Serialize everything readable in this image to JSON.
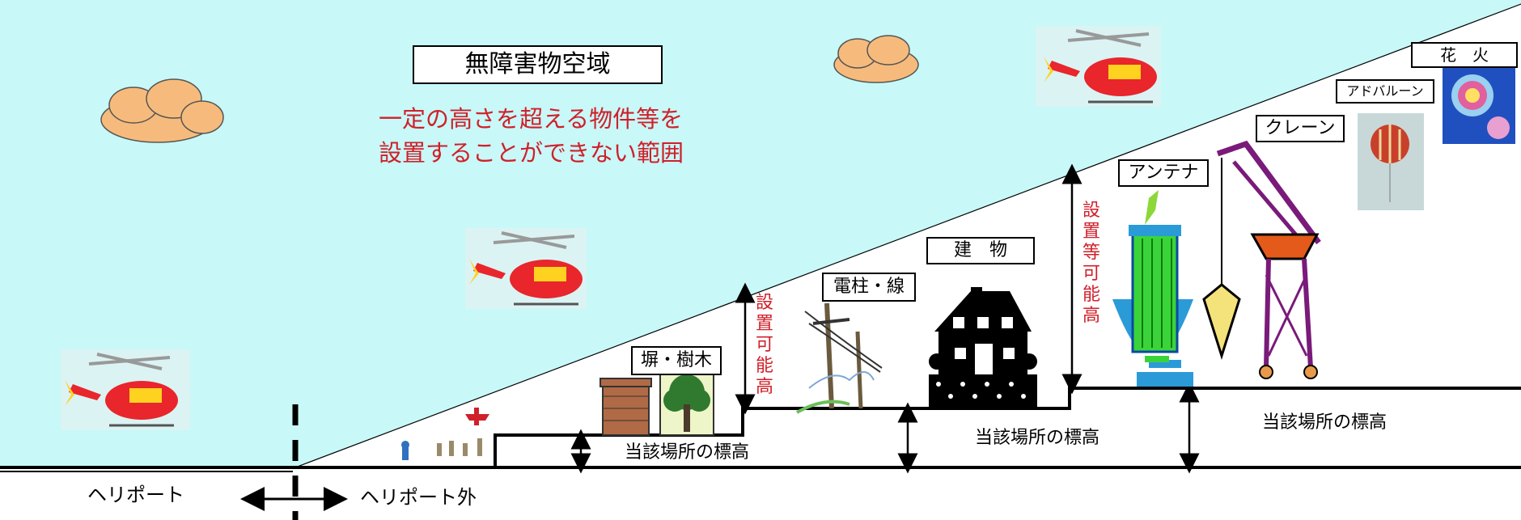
{
  "airspace": {
    "title": "無障害物空域",
    "description_line1": "一定の高さを超える物件等を",
    "description_line2": "設置することができない範囲"
  },
  "objects": {
    "fence_tree": "塀・樹木",
    "pole_wire": "電柱・線",
    "building": "建　物",
    "antenna": "アンテナ",
    "crane": "クレーン",
    "ad_balloon": "アドバルーン",
    "fireworks": "花　火"
  },
  "installable_heights": {
    "short": [
      "設",
      "置",
      "可",
      "能",
      "高"
    ],
    "long": [
      "設",
      "置",
      "等",
      "可",
      "能",
      "高"
    ]
  },
  "elevation_labels": [
    "当該場所の標高",
    "当該場所の標高",
    "当該場所の標高"
  ],
  "ground": {
    "heliport": "ヘリポート",
    "outside_heliport": "ヘリポート外"
  },
  "colors": {
    "sky": "#c8f8f8",
    "cloud": "#f6bb7c",
    "helicopter_body": "#e8262c",
    "helicopter_accent": "#ffd21f",
    "text_red": "#d0202a"
  }
}
